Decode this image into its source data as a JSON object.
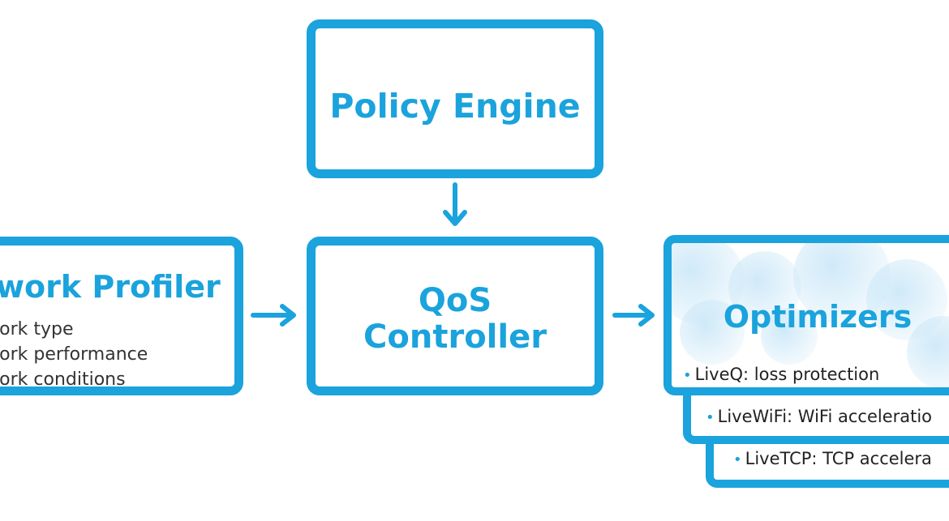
{
  "nodes": {
    "policy_engine": {
      "title": "Policy Engine"
    },
    "qos_controller": {
      "title_line1": "QoS",
      "title_line2": "Controller"
    },
    "network_profiler": {
      "title": "etwork Profiler",
      "items": [
        "etwork type",
        "etwork performance",
        "etwork conditions"
      ]
    },
    "optimizers": {
      "title": "Optimizers",
      "items": [
        {
          "name": "LiveQ: loss protection"
        },
        {
          "name": "LiveWiFi: WiFi acceleratio"
        },
        {
          "name": "LiveTCP: TCP accelera"
        }
      ]
    }
  },
  "edges": [
    {
      "from": "policy_engine",
      "to": "qos_controller"
    },
    {
      "from": "network_profiler",
      "to": "qos_controller"
    },
    {
      "from": "qos_controller",
      "to": "optimizers"
    }
  ],
  "colors": {
    "accent": "#1aa3dc",
    "text": "#333333",
    "background": "#ffffff"
  }
}
